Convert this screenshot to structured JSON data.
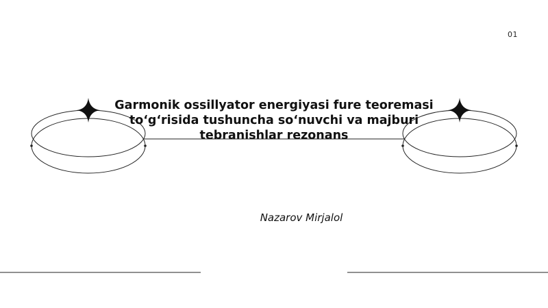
{
  "slide": {
    "number": "01",
    "title_lines": [
      "Garmonik ossillyator energiyasi fure teoremasi",
      "to‘g‘risida tushuncha so‘nuvchi va majburi",
      "tebranishlar rezonans"
    ],
    "author": "Nazarov Mirjalol"
  },
  "colors": {
    "background": "#ffffff",
    "ink": "#111111"
  },
  "icons": [
    "sparkle-star-icon",
    "ring-ellipse"
  ]
}
